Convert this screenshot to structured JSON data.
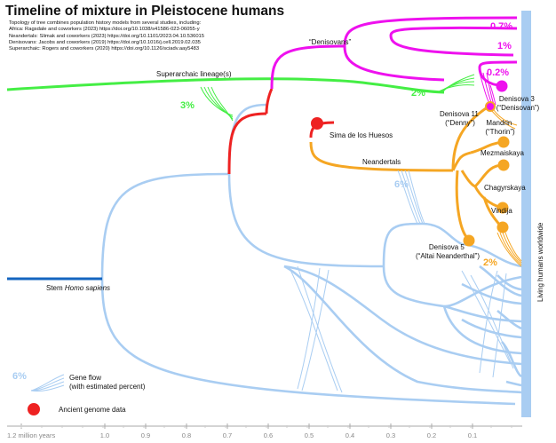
{
  "title": "Timeline of mixture in Pleistocene humans",
  "sources": {
    "intro": "Topology of tree combines population history models from several studies, including:",
    "lines": [
      "Africa: Ragsdale and coworkers (2023) https://doi.org/10.1038/s41586-023-06055-y",
      "Neandertals: Slimak and coworkers (2023) https://doi.org/10.1101/2023.04.10.536015",
      "Denisovans: Jacobs and coworkers (2019) https://doi.org/10.1016/j.cell.2019.02.035",
      "Superarchaic: Rogers and coworkers (2020) https://doi.org/10.1126/sciadv.aay5483"
    ]
  },
  "colors": {
    "denisovan": "#ee11ee",
    "superarchaic": "#44ee44",
    "ancestor": "#ee2222",
    "neandertal": "#f5a623",
    "homo_sapiens": "#a9cdf2",
    "stem": "#1565c0",
    "genome_dot": "#ee2222"
  },
  "labels": {
    "denisovans": "“Denisovans”",
    "superarchaic": "Superarchaic lineage(s)",
    "sima": "Sima de los Huesos",
    "neandertals": "Neandertals",
    "stem_prefix": "Stem ",
    "stem_italic": "Homo sapiens",
    "living": "Living humans worldwide",
    "denisova3_a": "Denisova 3",
    "denisova3_b": "(“Denisovan”)",
    "denisova11_a": "Denisova 11",
    "denisova11_b": "(“Denny”)",
    "mandrin_a": "Mandrin",
    "mandrin_b": "(“Thorin”)",
    "mezmaiskaya": "Mezmaiskaya",
    "chagyrskaya": "Chagyrskaya",
    "vindija": "Vindija",
    "denisova5_a": "Denisova 5",
    "denisova5_b": "(“Altai Neanderthal”)"
  },
  "gene_flow": {
    "den_top": "0.7%",
    "den_mid": "1%",
    "den_low": "0.2%",
    "superarchaic_left": "3%",
    "superarchaic_right": "2%",
    "neandertal_to_sapiens": "6%",
    "neandertal_to_living": "2%"
  },
  "legend": {
    "flow_pct": "6%",
    "flow_line1": "Gene flow",
    "flow_line2": "(with estimated percent)",
    "genome": "Ancient genome data"
  },
  "axis": {
    "ticks": [
      "1.2 million years",
      "1.0",
      "0.9",
      "0.8",
      "0.7",
      "0.6",
      "0.5",
      "0.4",
      "0.3",
      "0.2",
      "0.1"
    ]
  }
}
